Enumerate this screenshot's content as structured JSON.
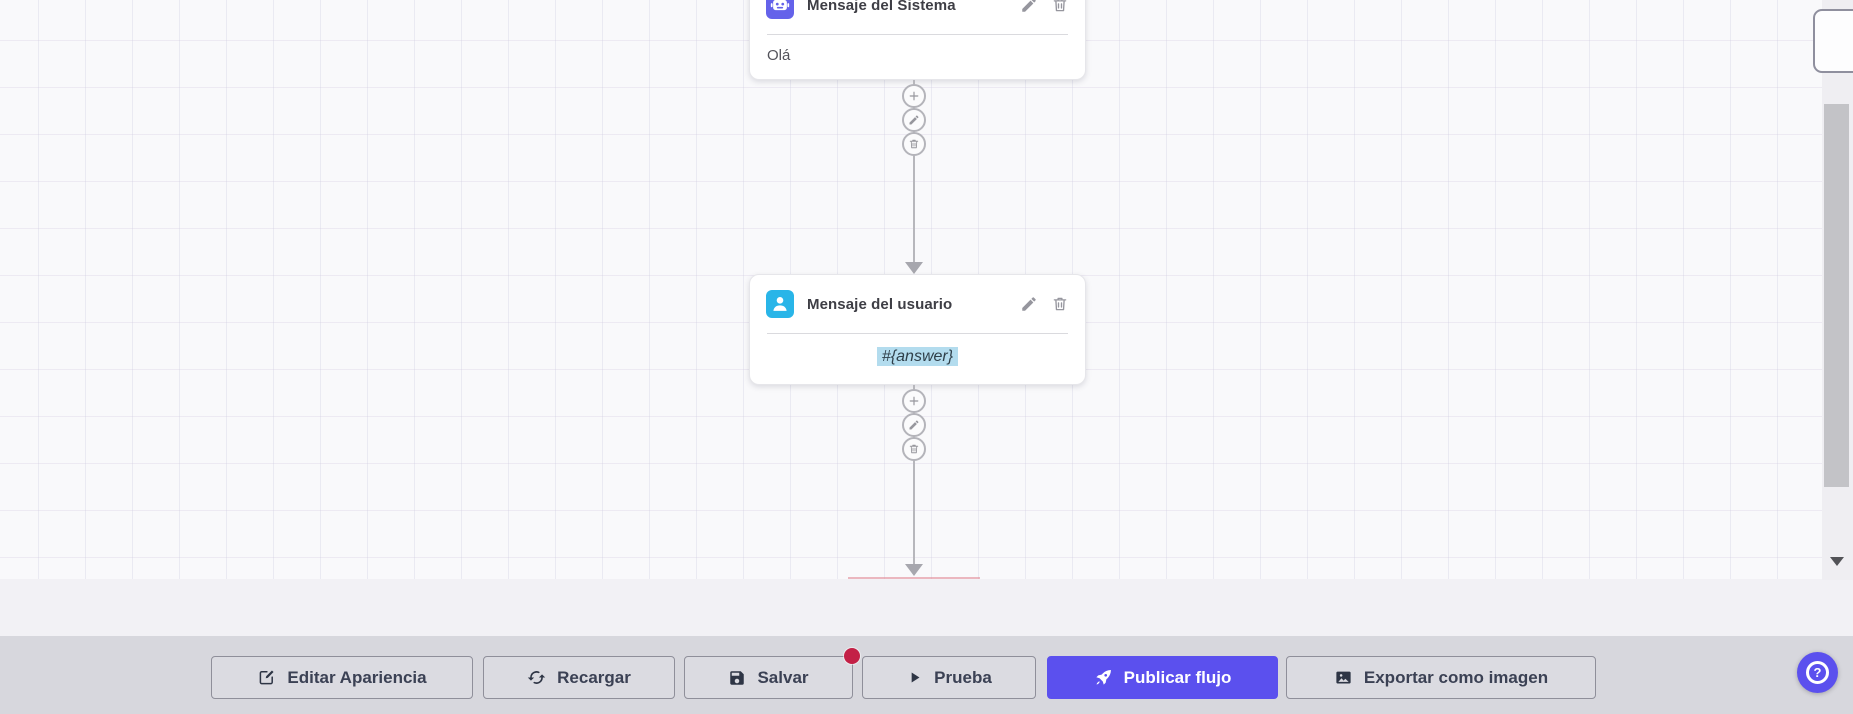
{
  "colors": {
    "primary": "#5b50ee",
    "red_badge": "#c32046",
    "system_icon_bg": "#6462ea",
    "user_icon_bg": "#29b5e8",
    "highlight_bg": "#b3dcee"
  },
  "canvas": {
    "nodes": [
      {
        "title": "Mensaje del Sistema",
        "content": "Olá",
        "icon": "robot-icon",
        "actions": [
          {
            "name": "edit",
            "icon": "pencil-icon"
          },
          {
            "name": "delete",
            "icon": "trash-icon"
          }
        ]
      },
      {
        "title": "Mensaje del usuario",
        "content": "#{answer}",
        "icon": "user-icon",
        "content_highlighted": true,
        "actions": [
          {
            "name": "edit",
            "icon": "pencil-icon"
          },
          {
            "name": "delete",
            "icon": "trash-icon"
          }
        ]
      }
    ],
    "connector_actions": [
      {
        "name": "add",
        "icon": "plus-icon"
      },
      {
        "name": "edit",
        "icon": "pencil-icon"
      },
      {
        "name": "delete",
        "icon": "trash-icon"
      }
    ]
  },
  "toolbar": {
    "buttons": [
      {
        "label": "Editar Apariencia",
        "icon": "edit-appearance-icon"
      },
      {
        "label": "Recargar",
        "icon": "reload-icon"
      },
      {
        "label": "Salvar",
        "icon": "save-icon",
        "badge": true
      },
      {
        "label": "Prueba",
        "icon": "play-icon"
      },
      {
        "label": "Publicar flujo",
        "icon": "rocket-icon",
        "primary": true
      },
      {
        "label": "Exportar como imagen",
        "icon": "image-icon"
      }
    ]
  },
  "help": {
    "label": "?"
  }
}
